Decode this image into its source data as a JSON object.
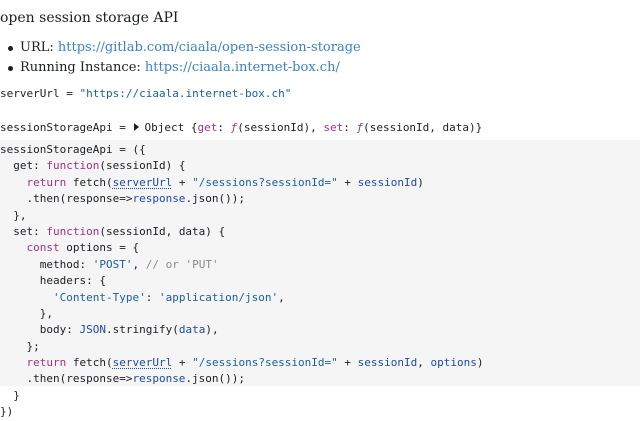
{
  "title": "open session storage API",
  "links": [
    {
      "label": "URL: ",
      "url": "https://gitlab.com/ciaala/open-session-storage"
    },
    {
      "label": "Running Instance: ",
      "url": "https://ciaala.internet-box.ch/"
    }
  ],
  "server_cell": {
    "name": "serverUrl",
    "op": " = ",
    "value": "\"https://ciaala.internet-box.ch\""
  },
  "inspector_cell": {
    "name": "sessionStorageApi",
    "op": " = ",
    "type": "Object",
    "open": " {",
    "key1": "get",
    "colon1": ": ",
    "fn1": "ƒ",
    "args1": "(sessionId)",
    "sep": ", ",
    "key2": "set",
    "colon2": ": ",
    "fn2": "ƒ",
    "args2": "(sessionId, data)",
    "close": "}"
  },
  "code": {
    "l1": "sessionStorageApi = ({",
    "l2_indent": "  get: ",
    "l2_kw": "function",
    "l2_rest": "(sessionId) {",
    "l3_indent": "    ",
    "l3_kw": "return",
    "l3_fetch": " fetch(",
    "l3_var": "serverUrl",
    "l3_plus": " + ",
    "l3_str": "\"/sessions?sessionId=\"",
    "l3_plus2": " + ",
    "l3_arg": "sessionId",
    "l3_end": ")",
    "l4_a": "    .then(response=>",
    "l4_var": "response",
    "l4_b": ".json());",
    "l5": "  },",
    "l6_indent": "  set: ",
    "l6_kw": "function",
    "l6_rest": "(sessionId, data) {",
    "l7_indent": "    ",
    "l7_kw": "const",
    "l7_rest": " options = {",
    "l8_a": "      method: ",
    "l8_str": "'POST'",
    "l8_sep": ", ",
    "l8_comment": "// or 'PUT'",
    "l9": "      headers: {",
    "l10_indent": "        ",
    "l10_key": "'Content-Type'",
    "l10_colon": ": ",
    "l10_val": "'application/json'",
    "l10_end": ",",
    "l11": "      },",
    "l12_a": "      body: ",
    "l12_json": "JSON",
    "l12_b": ".stringify(",
    "l12_arg": "data",
    "l12_c": "),",
    "l13": "    };",
    "l14_indent": "    ",
    "l14_kw": "return",
    "l14_fetch": " fetch(",
    "l14_var": "serverUrl",
    "l14_plus": " + ",
    "l14_str": "\"/sessions?sessionId=\"",
    "l14_plus2": " + ",
    "l14_arg": "sessionId",
    "l14_comma": ", ",
    "l14_arg2": "options",
    "l14_end": ")",
    "l15_a": "    .then(response=>",
    "l15_var": "response",
    "l15_b": ".json());",
    "l16": "  }",
    "l17": "})"
  }
}
